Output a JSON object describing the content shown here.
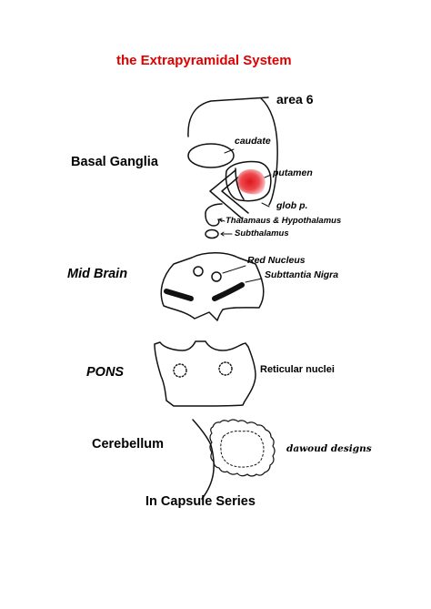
{
  "header": {
    "title": "the Extrapyramidal System"
  },
  "levels": {
    "basal_ganglia": "Basal Ganglia",
    "mid_brain": "Mid Brain",
    "pons": "PONS",
    "cerebellum": "Cerebellum"
  },
  "annotations": {
    "area6": "area 6",
    "caudate": "caudate",
    "putamen": "putamen",
    "glob": "glob p.",
    "thalamus": "Thalamaus & Hypothalamus",
    "subthalamus": "Subthalamus",
    "red_nucleus": "Red Nucleus",
    "substantia_nigra": "Subttantia Nigra",
    "reticular": "Reticular nuclei"
  },
  "signature": "dawoud designs",
  "footer": {
    "series": "In Capsule Series"
  },
  "colors": {
    "title": "#e00000",
    "putamen_fill": "#e0161b"
  }
}
